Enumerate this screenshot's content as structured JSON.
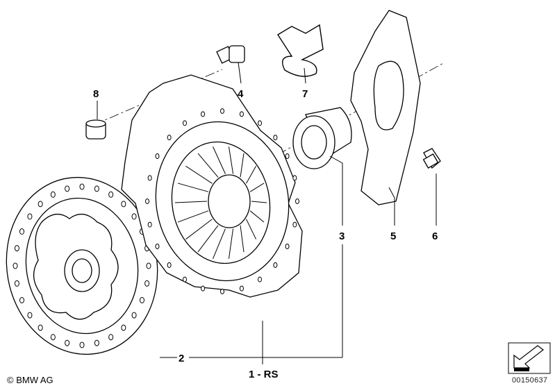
{
  "diagram": {
    "labels": {
      "p1": "1 - RS",
      "p2": "2",
      "p3": "3",
      "p4": "4",
      "p5": "5",
      "p6": "6",
      "p7": "7",
      "p8": "8"
    },
    "copyright": "© BMW AG",
    "document_number": "00150637"
  }
}
